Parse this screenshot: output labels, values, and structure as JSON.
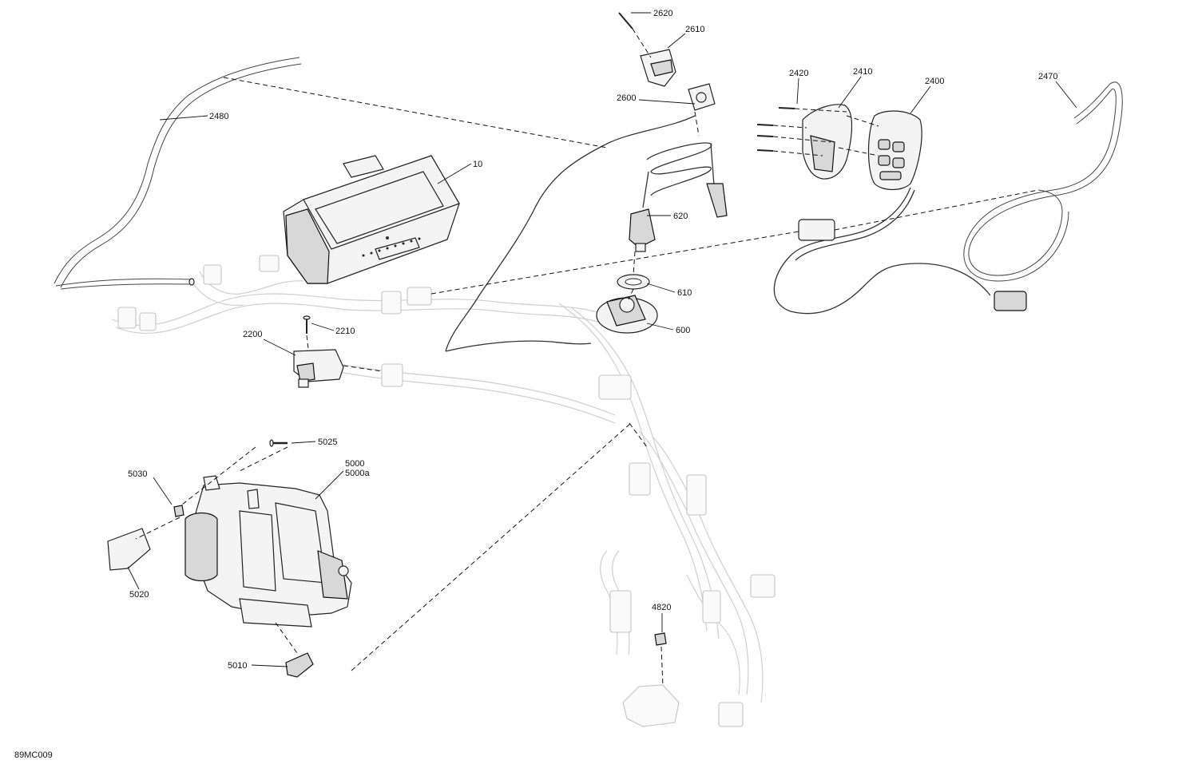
{
  "figure_code": "89MC009",
  "callouts": [
    {
      "id": "c2620",
      "text": "2620"
    },
    {
      "id": "c2610",
      "text": "2610"
    },
    {
      "id": "c2600",
      "text": "2600"
    },
    {
      "id": "c2420",
      "text": "2420"
    },
    {
      "id": "c2410",
      "text": "2410"
    },
    {
      "id": "c2400",
      "text": "2400"
    },
    {
      "id": "c2470",
      "text": "2470"
    },
    {
      "id": "c2480",
      "text": "2480"
    },
    {
      "id": "c10",
      "text": "10"
    },
    {
      "id": "c620",
      "text": "620"
    },
    {
      "id": "c610",
      "text": "610"
    },
    {
      "id": "c600",
      "text": "600"
    },
    {
      "id": "c2210",
      "text": "2210"
    },
    {
      "id": "c2200",
      "text": "2200"
    },
    {
      "id": "c5025",
      "text": "5025"
    },
    {
      "id": "c5000",
      "text": "5000"
    },
    {
      "id": "c5000a",
      "text": "5000a"
    },
    {
      "id": "c5030",
      "text": "5030"
    },
    {
      "id": "c5020",
      "text": "5020"
    },
    {
      "id": "c5010",
      "text": "5010"
    },
    {
      "id": "c4820",
      "text": "4820"
    }
  ]
}
